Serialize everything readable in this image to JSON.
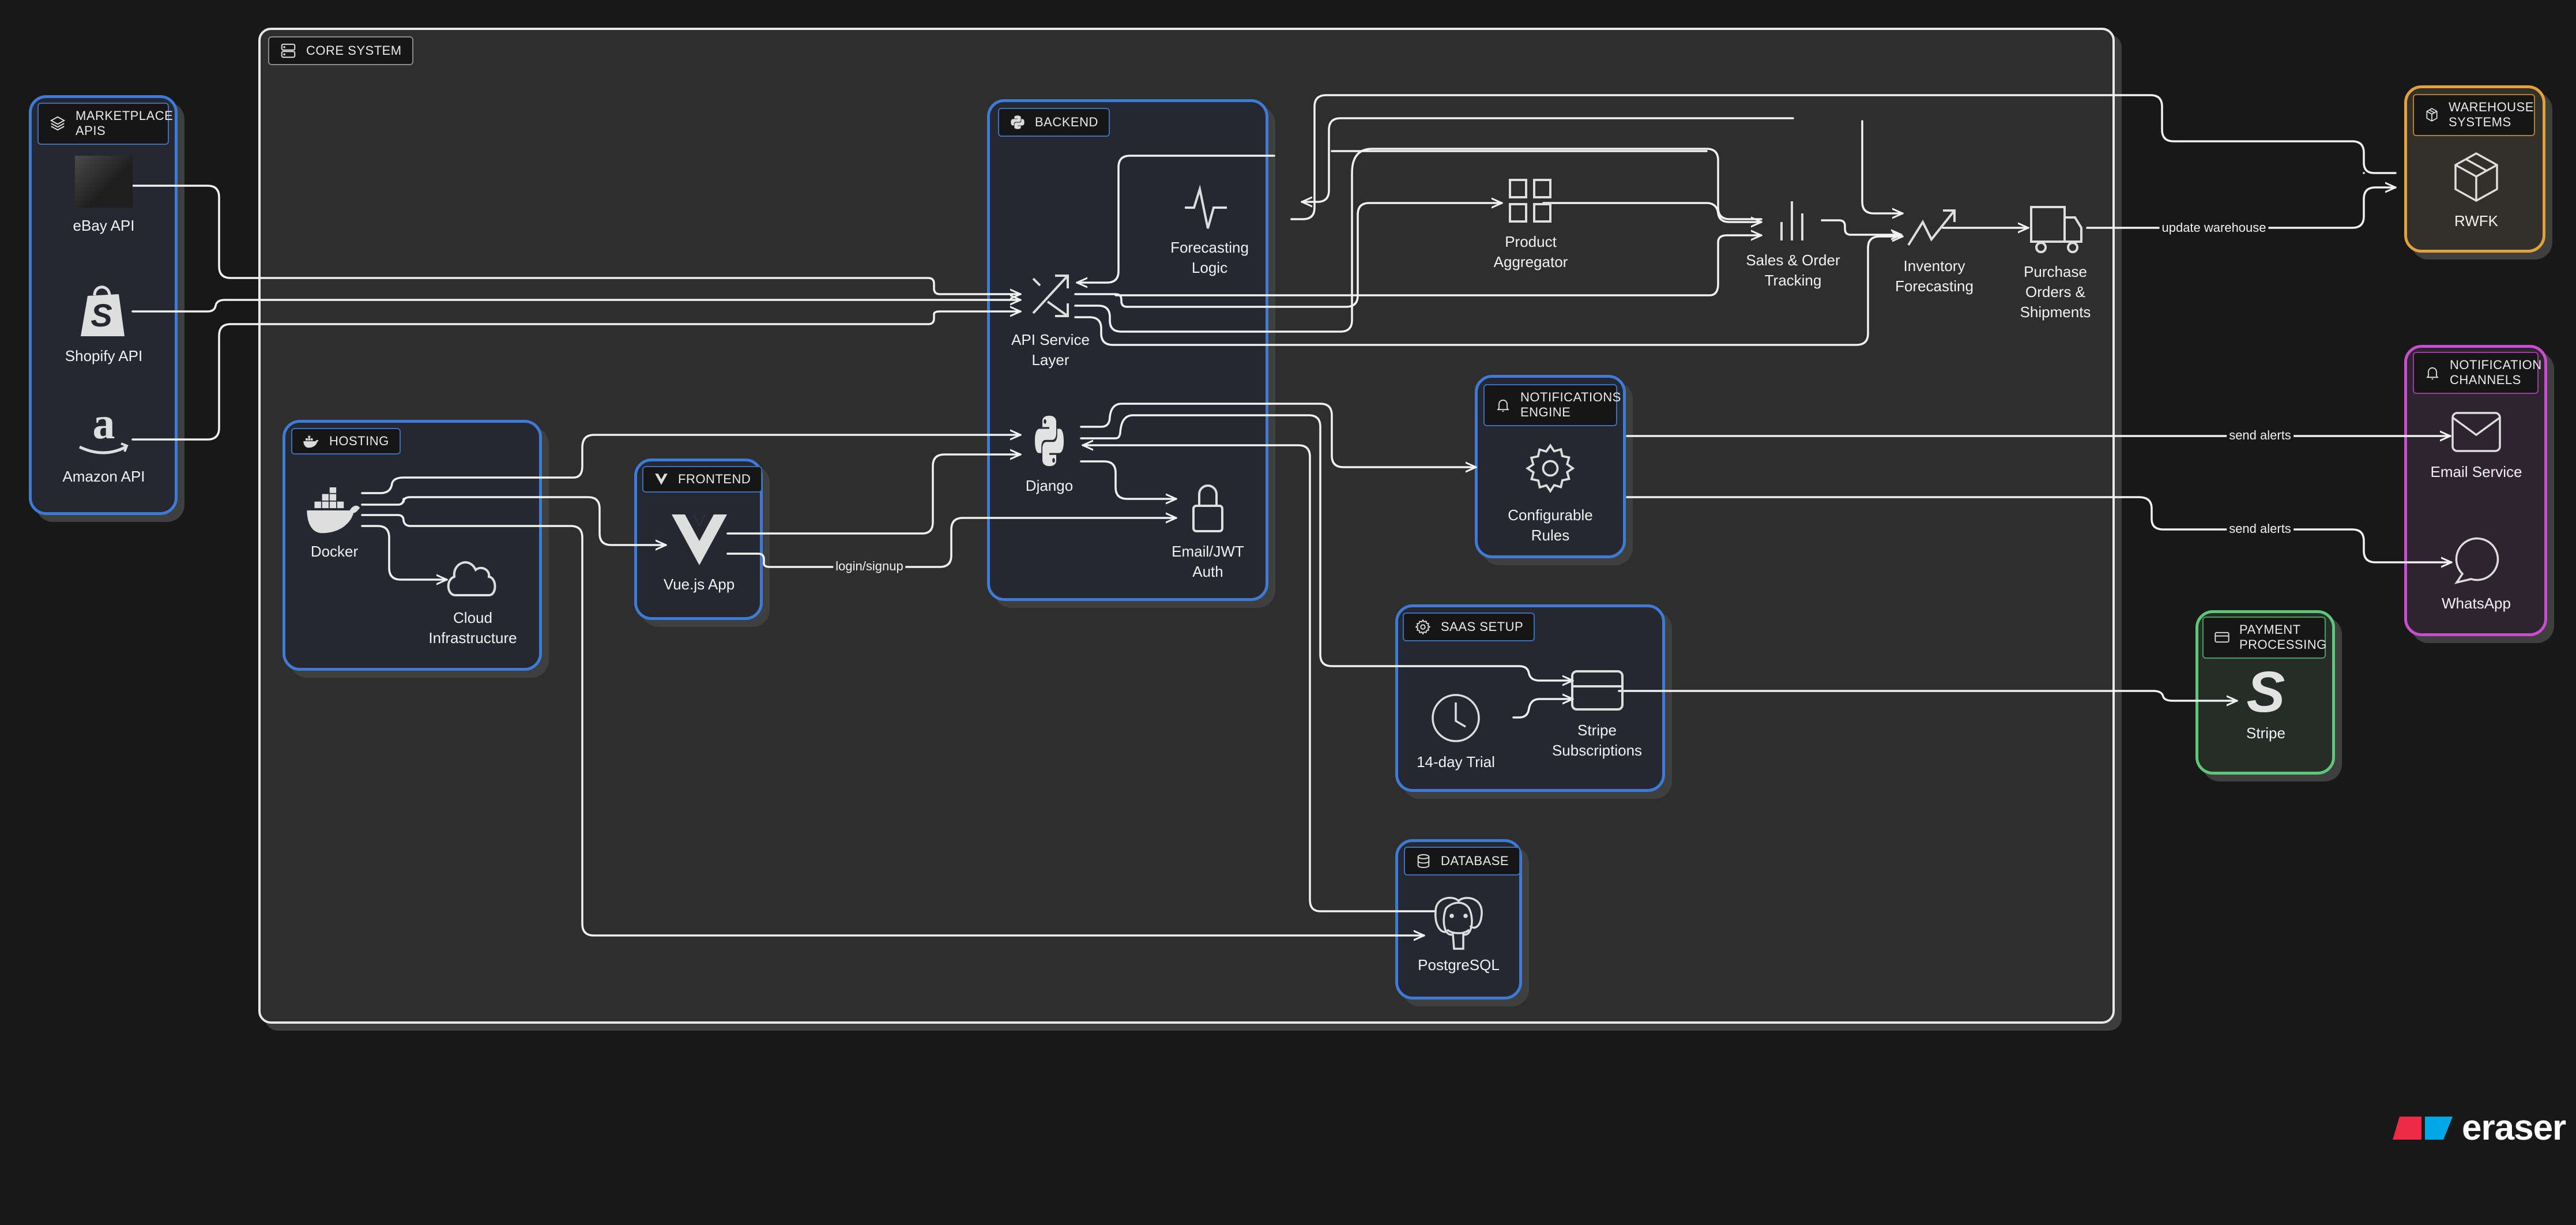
{
  "diagram": {
    "groups": {
      "core": {
        "label": "CORE SYSTEM",
        "icon": "server-icon"
      },
      "marketplace": {
        "label": "MARKETPLACE APIS",
        "icon": "layers-icon"
      },
      "backend": {
        "label": "BACKEND",
        "icon": "python-icon"
      },
      "hosting": {
        "label": "HOSTING",
        "icon": "docker-icon"
      },
      "frontend": {
        "label": "FRONTEND",
        "icon": "vue-icon"
      },
      "notifications_engine": {
        "label": "NOTIFICATIONS ENGINE",
        "icon": "bell-icon"
      },
      "saas": {
        "label": "SAAS SETUP",
        "icon": "gear-icon"
      },
      "database": {
        "label": "DATABASE",
        "icon": "database-icon"
      },
      "warehouse": {
        "label": "WAREHOUSE SYSTEMS",
        "icon": "package-icon",
        "color": "#e2a13a"
      },
      "notification_channels": {
        "label": "NOTIFICATION CHANNELS",
        "icon": "bell-icon",
        "color": "#c84ed0"
      },
      "payment": {
        "label": "PAYMENT PROCESSING",
        "icon": "credit-card-icon",
        "color": "#5fc77a"
      }
    },
    "nodes": {
      "ebay": "eBay API",
      "shopify": "Shopify API",
      "amazon": "Amazon API",
      "api_service": "API Service\nLayer",
      "forecasting_logic": "Forecasting\nLogic",
      "product_aggregator": "Product\nAggregator",
      "sales_tracking": "Sales & Order\nTracking",
      "inventory_forecasting": "Inventory\nForecasting",
      "purchase_orders": "Purchase\nOrders &\nShipments",
      "django": "Django",
      "auth": "Email/JWT\nAuth",
      "docker": "Docker",
      "cloud": "Cloud\nInfrastructure",
      "vue": "Vue.js App",
      "rules": "Configurable\nRules",
      "trial": "14-day Trial",
      "stripe_subs": "Stripe\nSubscriptions",
      "postgres": "PostgreSQL",
      "rwfk": "RWFK",
      "email_service": "Email Service",
      "whatsapp": "WhatsApp",
      "stripe": "Stripe"
    },
    "edge_labels": {
      "update_warehouse": "update warehouse",
      "send_alerts_email": "send alerts",
      "send_alerts_whatsapp": "send alerts",
      "login_signup": "login/signup"
    },
    "colors": {
      "group_border": "#3d7bd6",
      "wire": "#f2f2f2",
      "brand_red": "#ee2b45",
      "brand_blue": "#00a8e6"
    }
  },
  "brand": {
    "name": "eraser"
  }
}
